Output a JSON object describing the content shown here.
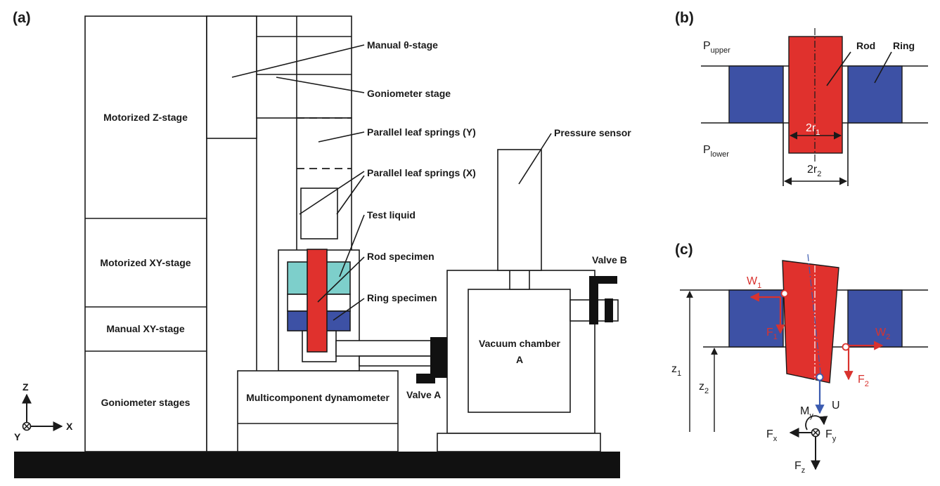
{
  "panels": {
    "a": "(a)",
    "b": "(b)",
    "c": "(c)"
  },
  "panel_a": {
    "motorized_z_stage": "Motorized Z-stage",
    "motorized_xy_stage": "Motorized XY-stage",
    "manual_xy_stage": "Manual XY-stage",
    "goniometer_stages": "Goniometer stages",
    "manual_theta_stage": "Manual θ-stage",
    "goniometer_stage": "Goniometer stage",
    "leaf_springs_y": "Parallel leaf springs (Y)",
    "leaf_springs_x": "Parallel leaf springs (X)",
    "test_liquid": "Test liquid",
    "rod_specimen": "Rod specimen",
    "ring_specimen": "Ring specimen",
    "pressure_sensor": "Pressure sensor",
    "valve_b": "Valve B",
    "valve_a": "Valve A",
    "vacuum_chamber": "Vacuum chamber",
    "vacuum_chamber_id": "A",
    "dynamometer": "Multicomponent dynamometer",
    "axis_z": "Z",
    "axis_x": "X",
    "axis_y": "Y"
  },
  "panel_b": {
    "p_upper": {
      "base": "P",
      "sub": "upper"
    },
    "p_lower": {
      "base": "P",
      "sub": "lower"
    },
    "rod": "Rod",
    "ring": "Ring",
    "r1": {
      "base": "2r",
      "sub": "1"
    },
    "r2": {
      "base": "2r",
      "sub": "2"
    }
  },
  "panel_c": {
    "w1": {
      "base": "W",
      "sub": "1"
    },
    "w2": {
      "base": "W",
      "sub": "2"
    },
    "f1": {
      "base": "F",
      "sub": "1"
    },
    "f2": {
      "base": "F",
      "sub": "2"
    },
    "u": "U",
    "z1": {
      "base": "z",
      "sub": "1"
    },
    "z2": {
      "base": "z",
      "sub": "2"
    },
    "my": {
      "base": "M",
      "sub": "y"
    },
    "fx": {
      "base": "F",
      "sub": "x"
    },
    "fy": {
      "base": "F",
      "sub": "y"
    },
    "fz": {
      "base": "F",
      "sub": "z"
    }
  },
  "colors": {
    "rod": "#e0312d",
    "ring": "#3d51a5",
    "liquid": "#7dcfcb",
    "valve": "#111111",
    "ground": "#111111",
    "force_red": "#d9322e",
    "force_blue": "#3b5bb0"
  }
}
